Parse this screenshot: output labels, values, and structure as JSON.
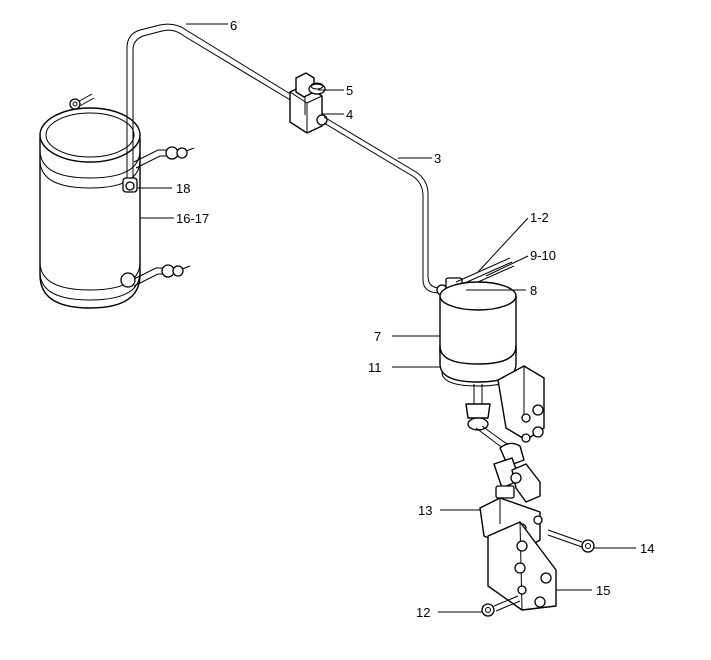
{
  "callouts": {
    "c6": "6",
    "c5": "5",
    "c4": "4",
    "c3": "3",
    "c18": "18",
    "c1617": "16-17",
    "c12r": "1-2",
    "c910": "9-10",
    "c8": "8",
    "c7": "7",
    "c11": "11",
    "c13": "13",
    "c14": "14",
    "c15": "15",
    "c12": "12"
  },
  "colors": {
    "line": "#000000",
    "background": "#ffffff"
  }
}
